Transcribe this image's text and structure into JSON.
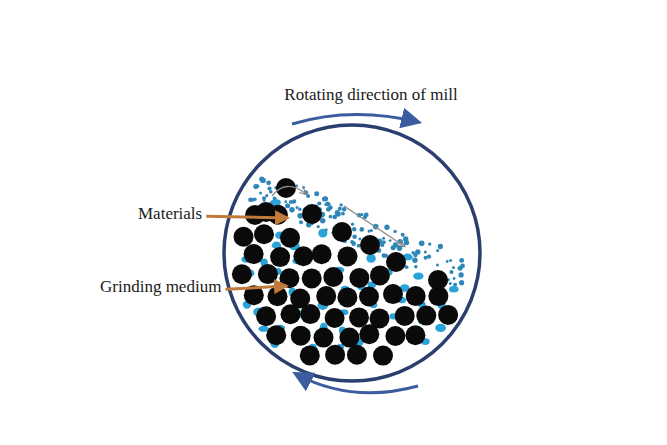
{
  "diagram": {
    "labels": [
      "Rotating direction of mill",
      "Materials",
      "Grinding medium"
    ]
  }
}
